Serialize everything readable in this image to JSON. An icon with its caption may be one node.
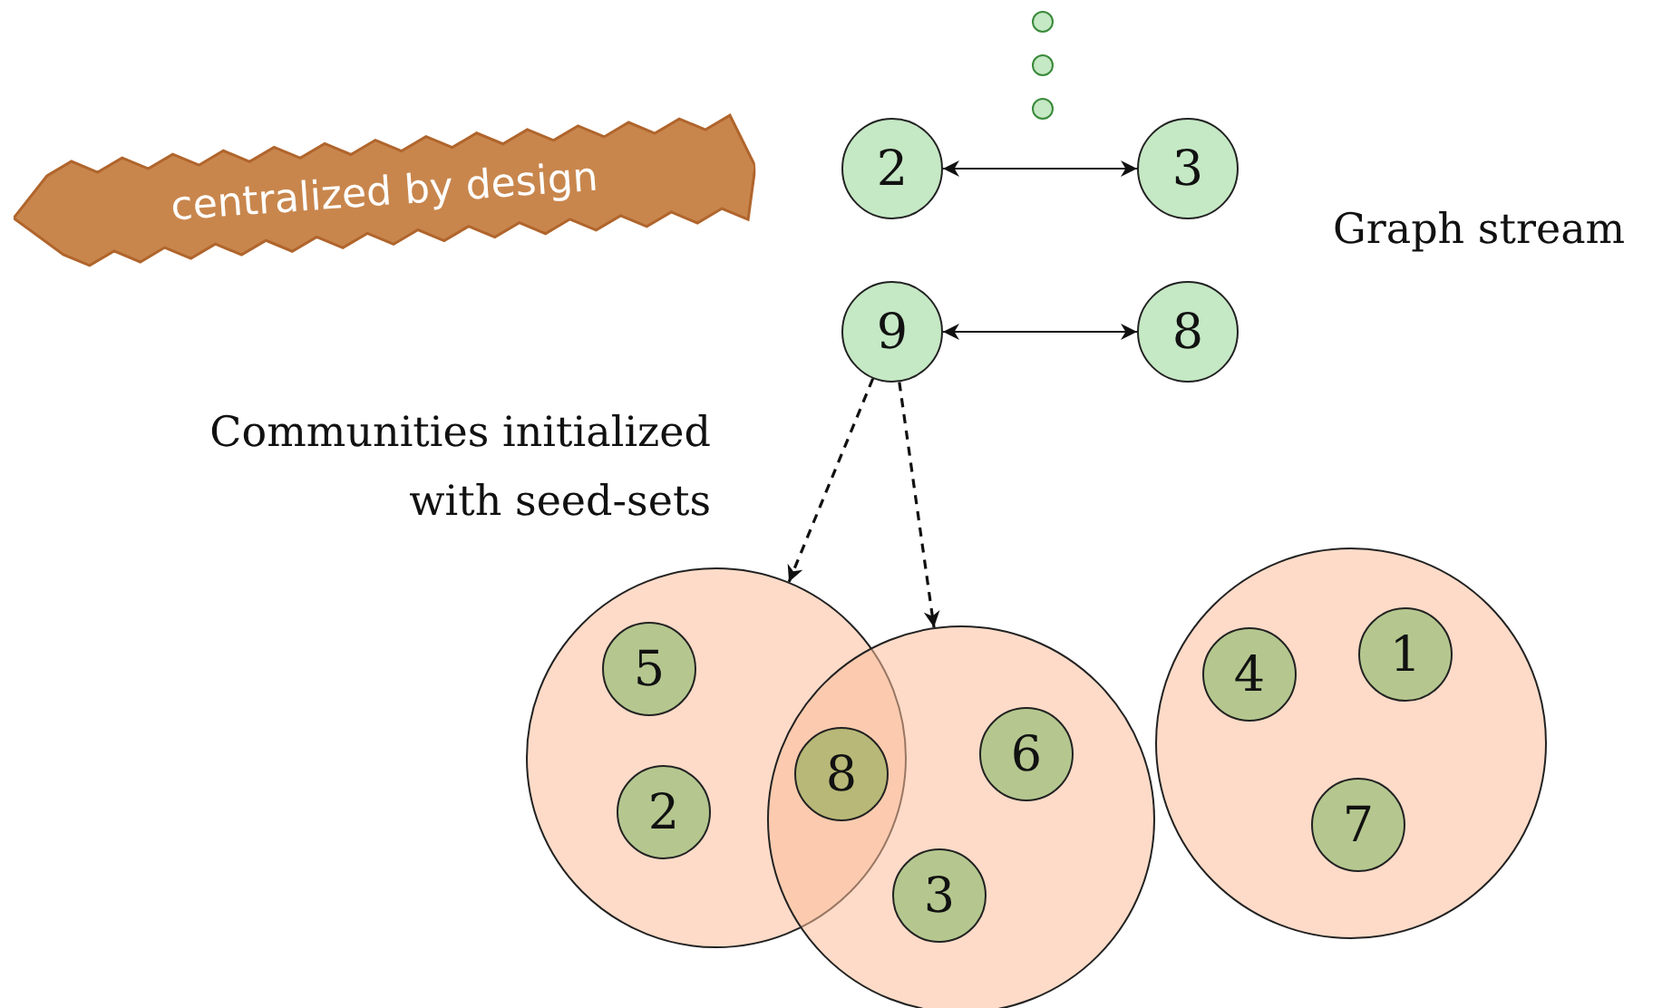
{
  "diagram": {
    "nodes": [
      {
        "text": [
          "centralized by design"
        ]
      },
      {
        "text": [],
        "shape": "circle"
      },
      {
        "text": [],
        "shape": "circle"
      },
      {
        "text": [],
        "shape": "circle"
      },
      {
        "text": [
          "2"
        ]
      },
      {
        "text": [
          "3"
        ]
      },
      {
        "text": [
          "9"
        ]
      },
      {
        "text": [
          "8"
        ]
      },
      {
        "text": [],
        "shape": "circle"
      },
      {
        "text": [
          "5"
        ],
        "in": 8
      },
      {
        "text": [
          "2"
        ],
        "in": 8
      },
      {
        "text": [
          "8"
        ]
      },
      {
        "text": [],
        "shape": "circle"
      },
      {
        "text": [
          "6"
        ],
        "in": 12
      },
      {
        "text": [
          "3"
        ],
        "in": 12
      },
      {
        "text": [],
        "shape": "circle"
      },
      {
        "text": [
          "4"
        ],
        "in": 15
      },
      {
        "text": [
          "1"
        ],
        "in": 15
      },
      {
        "text": [
          "7"
        ],
        "in": 15
      }
    ],
    "edges": [
      {
        "from": 4,
        "to": 5,
        "arrow": "both"
      },
      {
        "from": 6,
        "to": 7,
        "arrow": "both"
      },
      {
        "from": 6,
        "to": 8,
        "arrow": "to",
        "style": "dashed"
      },
      {
        "from": 6,
        "to": 12,
        "arrow": "to",
        "style": "dashed"
      }
    ],
    "labels": [
      "Graph stream",
      "Communities initialized with seed-sets"
    ]
  }
}
